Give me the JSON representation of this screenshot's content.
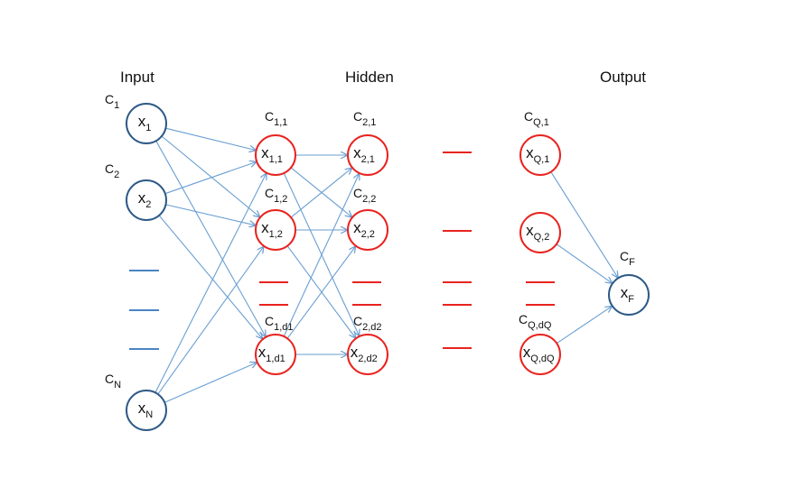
{
  "headers": {
    "input": "Input",
    "hidden": "Hidden",
    "output": "Output"
  },
  "nodes": {
    "in1": {
      "main": "x",
      "sub": "1",
      "cap": "C",
      "cap_sub": "1",
      "color": "blue"
    },
    "in2": {
      "main": "x",
      "sub": "2",
      "cap": "C",
      "cap_sub": "2",
      "color": "blue"
    },
    "inN": {
      "main": "x",
      "sub": "N",
      "cap": "C",
      "cap_sub": "N",
      "color": "blue"
    },
    "h11": {
      "main": "x",
      "sub": "1,1",
      "cap": "C",
      "cap_sub": "1,1",
      "color": "red"
    },
    "h12": {
      "main": "x",
      "sub": "1,2",
      "cap": "C",
      "cap_sub": "1,2",
      "color": "red"
    },
    "h1d": {
      "main": "x",
      "sub": "1,d1",
      "cap": "C",
      "cap_sub": "1,d1",
      "color": "red"
    },
    "h21": {
      "main": "x",
      "sub": "2,1",
      "cap": "C",
      "cap_sub": "2,1",
      "color": "red"
    },
    "h22": {
      "main": "x",
      "sub": "2,2",
      "cap": "C",
      "cap_sub": "2,2",
      "color": "red"
    },
    "h2d": {
      "main": "x",
      "sub": "2,d2",
      "cap": "C",
      "cap_sub": "2,d2",
      "color": "red"
    },
    "hQ1": {
      "main": "x",
      "sub": "Q,1",
      "cap": "C",
      "cap_sub": "Q,1",
      "color": "red"
    },
    "hQ2": {
      "main": "x",
      "sub": "Q,2",
      "cap": "",
      "cap_sub": "",
      "color": "red"
    },
    "hQd": {
      "main": "x",
      "sub": "Q,dQ",
      "cap": "C",
      "cap_sub": "Q,dQ",
      "color": "red"
    },
    "out": {
      "main": "x",
      "sub": "F",
      "cap": "C",
      "cap_sub": "F",
      "color": "blue"
    }
  },
  "colors": {
    "input_output_node": "#2e5a86",
    "hidden_node": "#e8231f",
    "edge": "#6a9fd2",
    "ellipsis_blue": "#4a84c4",
    "ellipsis_red": "#e8231f"
  }
}
